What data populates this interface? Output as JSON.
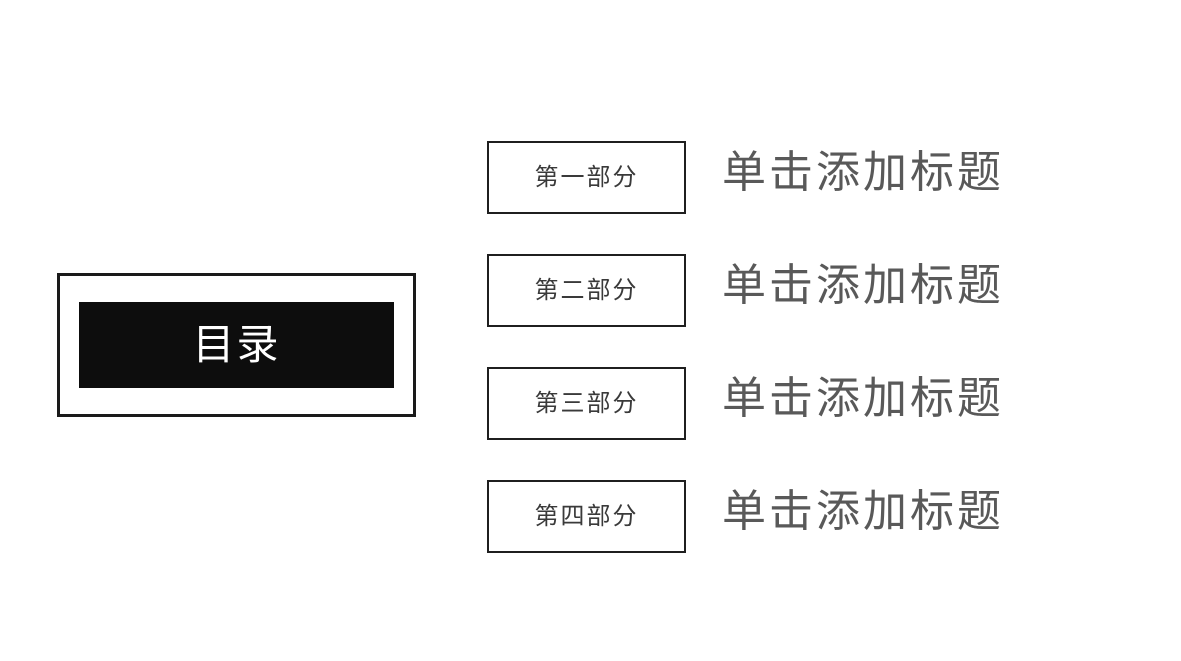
{
  "slide": {
    "toc": {
      "label": "目录"
    },
    "items": [
      {
        "number_label": "第一部分",
        "title": "单击添加标题"
      },
      {
        "number_label": "第二部分",
        "title": "单击添加标题"
      },
      {
        "number_label": "第三部分",
        "title": "单击添加标题"
      },
      {
        "number_label": "第四部分",
        "title": "单击添加标题"
      }
    ],
    "colors": {
      "background": "#ffffff",
      "box_border": "#1a1a1a",
      "toc_fill": "#0d0d0d",
      "toc_text": "#ffffff",
      "part_label_text": "#3a3a3a",
      "placeholder_title_text": "#595959"
    }
  }
}
